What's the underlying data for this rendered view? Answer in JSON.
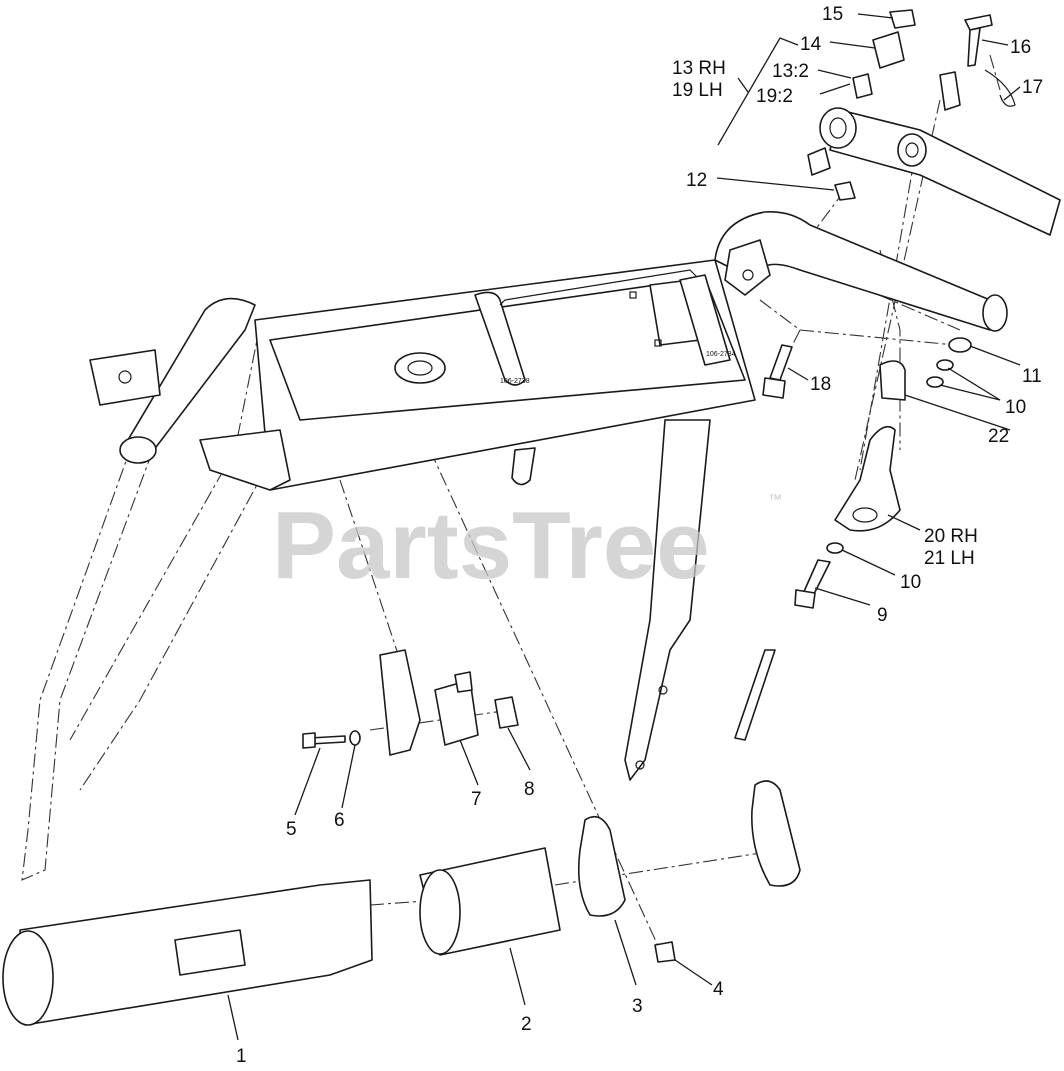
{
  "watermark": {
    "text": "PartsTree",
    "mark": "™"
  },
  "stickers": [
    {
      "text": "106-2738"
    },
    {
      "text": "106-2734"
    }
  ],
  "callouts": [
    {
      "id": "c1",
      "label": "1"
    },
    {
      "id": "c2",
      "label": "2"
    },
    {
      "id": "c3",
      "label": "3"
    },
    {
      "id": "c4",
      "label": "4"
    },
    {
      "id": "c5",
      "label": "5"
    },
    {
      "id": "c6",
      "label": "6"
    },
    {
      "id": "c7",
      "label": "7"
    },
    {
      "id": "c8",
      "label": "8"
    },
    {
      "id": "c9",
      "label": "9"
    },
    {
      "id": "c10a",
      "label": "10"
    },
    {
      "id": "c10b",
      "label": "10"
    },
    {
      "id": "c11",
      "label": "11"
    },
    {
      "id": "c12",
      "label": "12"
    },
    {
      "id": "c13rh",
      "label": "13 RH"
    },
    {
      "id": "c19lh",
      "label": "19 LH"
    },
    {
      "id": "c13q",
      "label": "13:2"
    },
    {
      "id": "c19q",
      "label": "19:2"
    },
    {
      "id": "c14",
      "label": "14"
    },
    {
      "id": "c15",
      "label": "15"
    },
    {
      "id": "c16",
      "label": "16"
    },
    {
      "id": "c17",
      "label": "17"
    },
    {
      "id": "c18",
      "label": "18"
    },
    {
      "id": "c20rh",
      "label": "20 RH"
    },
    {
      "id": "c21lh",
      "label": "21 LH"
    },
    {
      "id": "c22",
      "label": "22"
    }
  ]
}
